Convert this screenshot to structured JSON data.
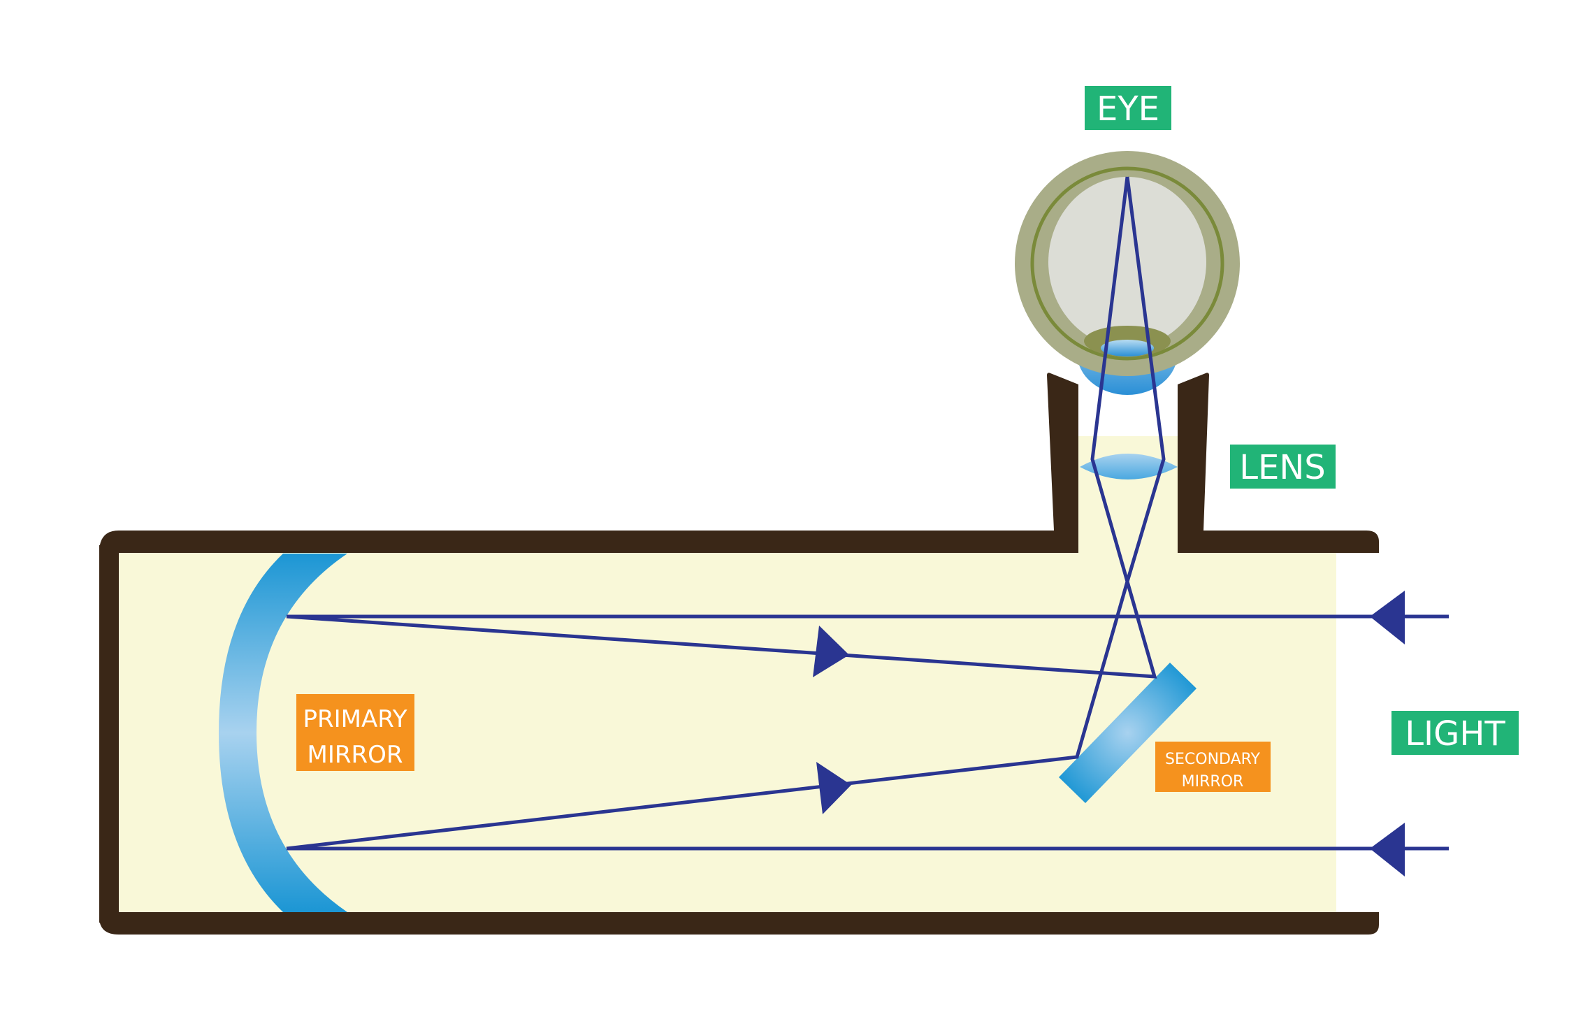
{
  "title": "Reflecting (Newtonian) Telescope Diagram",
  "labels": {
    "eye": "EYE",
    "lens": "LENS",
    "light": "LIGHT",
    "primary_mirror": [
      "PRIMARY",
      "MIRROR"
    ],
    "secondary_mirror": [
      "SECONDARY",
      "MIRROR"
    ]
  },
  "colors": {
    "tube_wall": "#3a2717",
    "tube_fill": "#f9f8d8",
    "ray": "#2a3591",
    "green_label": "#21b477",
    "orange_label": "#f5921e",
    "mirror_dark": "#1c96d4",
    "mirror_light": "#a8d2ef",
    "eye_outer": "#a9ad88",
    "eye_ring": "#7a8a3a",
    "eye_inner": "#dcddd6",
    "pupil": "#8b9150"
  }
}
